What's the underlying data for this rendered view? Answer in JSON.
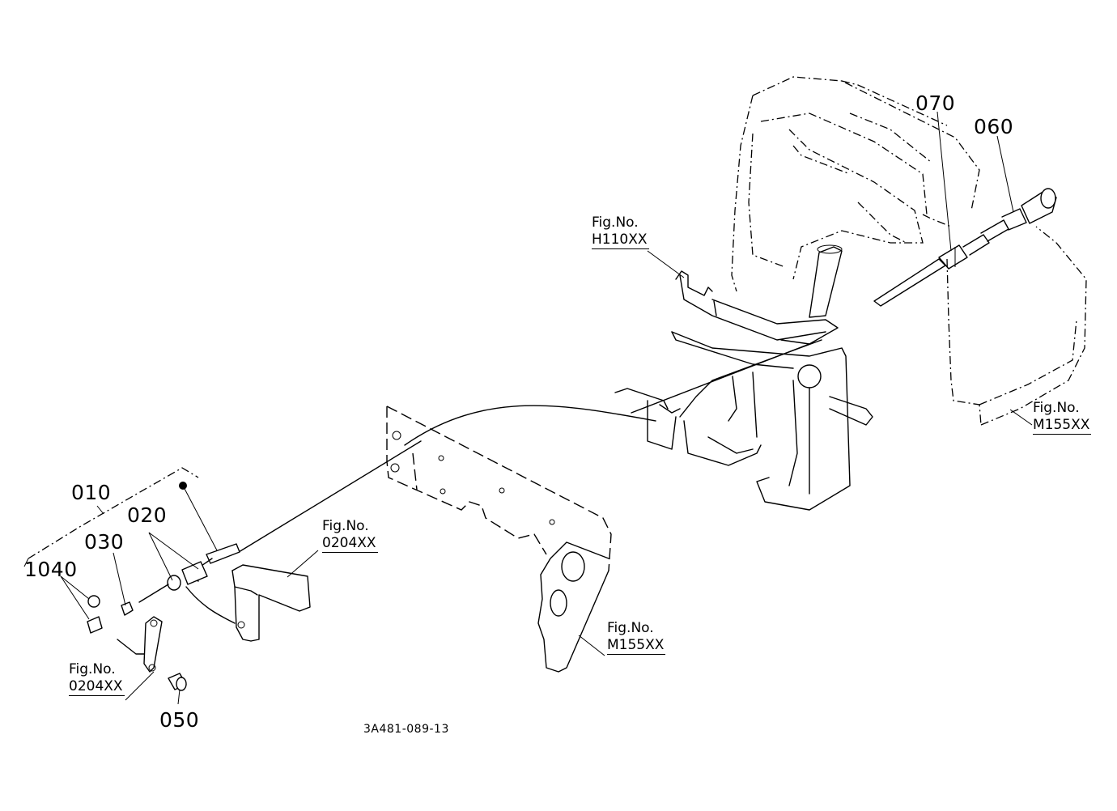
{
  "parts": [
    {
      "id": "p010",
      "label": "010"
    },
    {
      "id": "p020",
      "label": "020"
    },
    {
      "id": "p030",
      "label": "030"
    },
    {
      "id": "p040",
      "label": "1040"
    },
    {
      "id": "p050",
      "label": "050"
    },
    {
      "id": "p060",
      "label": "060"
    },
    {
      "id": "p070",
      "label": "070"
    }
  ],
  "figure_refs": [
    {
      "prefix": "Fig.No.",
      "code": "H110XX"
    },
    {
      "prefix": "Fig.No.",
      "code": "M155XX"
    },
    {
      "prefix": "Fig.No.",
      "code": "0204XX"
    },
    {
      "prefix": "Fig.No.",
      "code": "M155XX"
    },
    {
      "prefix": "Fig.No.",
      "code": "0204XX"
    }
  ],
  "drawing_number": "3A481-089-13"
}
